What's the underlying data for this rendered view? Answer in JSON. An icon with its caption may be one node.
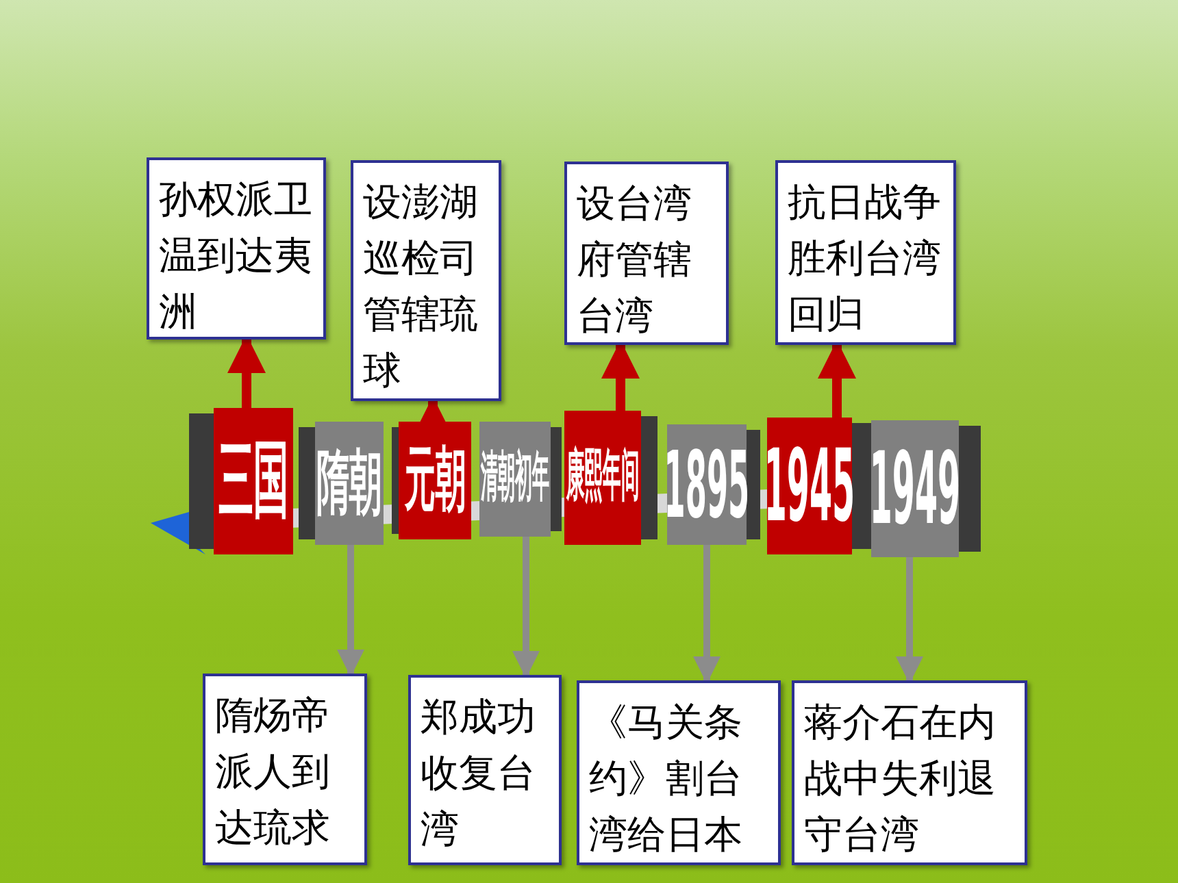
{
  "diagram": {
    "nodes": [
      {
        "text": [
          "孙权派卫温到达夷洲"
        ]
      },
      {
        "text": [
          "设澎湖巡检司管辖琉球"
        ]
      },
      {
        "text": [
          "设台湾府管辖台湾"
        ]
      },
      {
        "text": [
          "抗日战争胜利台湾回归"
        ]
      },
      {
        "text": [
          "三国"
        ]
      },
      {
        "text": [
          "隋朝"
        ]
      },
      {
        "text": [
          "元朝"
        ]
      },
      {
        "text": [
          "清朝初年"
        ]
      },
      {
        "text": [
          "康熙年间"
        ]
      },
      {
        "text": [
          "1895"
        ]
      },
      {
        "text": [
          "1945"
        ]
      },
      {
        "text": [
          "1949"
        ]
      },
      {
        "text": [
          "隋炀帝派人到达琉求"
        ]
      },
      {
        "text": [
          "郑成功收复台湾"
        ]
      },
      {
        "text": [
          "《马关条约》割台湾给日本"
        ]
      },
      {
        "text": [
          "蒋介石在内战中失利退守台湾"
        ]
      }
    ],
    "edges": [
      {
        "from": 4,
        "to": 0,
        "arrow": "to",
        "color": "#c00000"
      },
      {
        "from": 6,
        "to": 1,
        "arrow": "to",
        "color": "#c00000"
      },
      {
        "from": 8,
        "to": 2,
        "arrow": "to",
        "color": "#c00000"
      },
      {
        "from": 10,
        "to": 3,
        "arrow": "to",
        "color": "#c00000"
      },
      {
        "from": 5,
        "to": 12,
        "arrow": "to",
        "color": "#8c8c8c"
      },
      {
        "from": 7,
        "to": 13,
        "arrow": "to",
        "color": "#8c8c8c"
      },
      {
        "from": 9,
        "to": 14,
        "arrow": "to",
        "color": "#8c8c8c"
      },
      {
        "from": 11,
        "to": 15,
        "arrow": "to",
        "color": "#8c8c8c"
      }
    ]
  }
}
